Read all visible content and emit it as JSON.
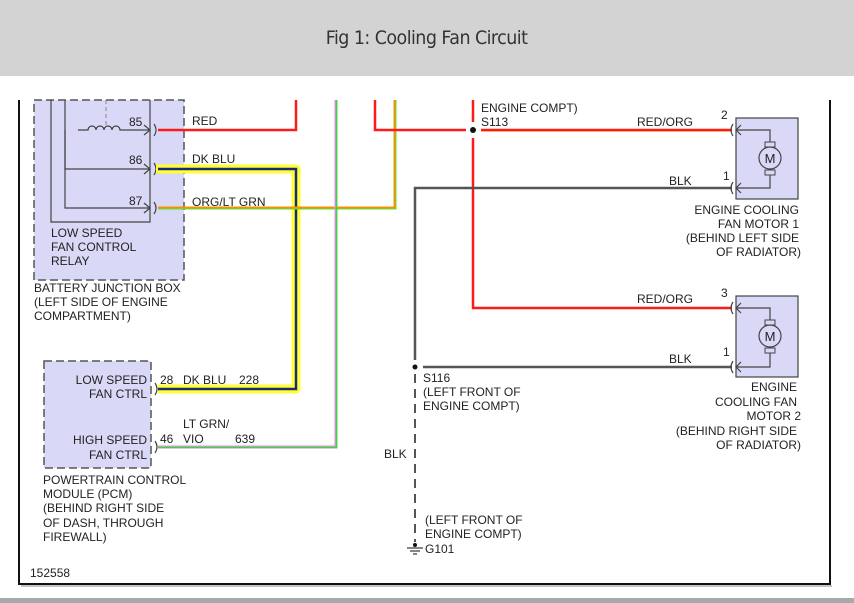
{
  "figure": {
    "title": "Fig 1: Cooling Fan Circuit",
    "diagram_id": "152558"
  },
  "components": {
    "relay": {
      "name_lines": [
        "LOW SPEED",
        "FAN CONTROL",
        "RELAY"
      ],
      "pins": [
        "85",
        "86",
        "87"
      ]
    },
    "junction_box": {
      "name_lines": [
        "BATTERY JUNCTION BOX",
        "(LEFT SIDE OF ENGINE",
        "COMPARTMENT)"
      ]
    },
    "pcm": {
      "pin_low_lines": [
        "LOW SPEED",
        "FAN CTRL"
      ],
      "pin_high_lines": [
        "HIGH SPEED",
        "FAN CTRL"
      ],
      "pin_low_number": "28",
      "pin_high_number": "46",
      "name_lines": [
        "POWERTRAIN CONTROL",
        "MODULE (PCM)",
        "(BEHIND RIGHT SIDE",
        "OF DASH, THROUGH",
        "FIREWALL)"
      ]
    },
    "motor1": {
      "symbol": "M",
      "pin_pos": "2",
      "pin_gnd": "1",
      "name_lines": [
        "ENGINE COOLING",
        "FAN MOTOR 1",
        "(BEHIND LEFT SIDE",
        "OF RADIATOR)"
      ]
    },
    "motor2": {
      "symbol": "M",
      "pin_pos": "3",
      "pin_gnd": "1",
      "name_lines": [
        "ENGINE",
        "COOLING FAN",
        "MOTOR 2",
        "(BEHIND RIGHT SIDE",
        "OF RADIATOR)"
      ]
    }
  },
  "wires": {
    "red": "RED",
    "dk_blu": "DK BLU",
    "org_lt_grn": "ORG/LT GRN",
    "red_org_1": "RED/ORG",
    "red_org_2": "RED/ORG",
    "blk_1": "BLK",
    "blk_2": "BLK",
    "blk_ground": "BLK",
    "pcm_dk_blu": "DK BLU",
    "pcm_dk_blu_circuit": "228",
    "pcm_lt_grn_vio_lines": [
      "LT GRN/",
      "VIO"
    ],
    "pcm_lt_grn_vio_circuit": "639"
  },
  "splices": {
    "s113": {
      "id": "S113",
      "location_tail": "ENGINE COMPT)"
    },
    "s116": {
      "id": "S116",
      "location_lines": [
        "(LEFT FRONT OF",
        "ENGINE COMPT)"
      ]
    }
  },
  "ground": {
    "id": "G101",
    "location_lines": [
      "(LEFT FRONT OF",
      "ENGINE COMPT)"
    ]
  },
  "colors": {
    "header_bg": "#d3d3d3",
    "component_fill": "#d9d9f7",
    "red": "#ff1a1a",
    "dk_blu": "#1a2a7a",
    "highlight": "#ffff33",
    "orange": "#ff8c00",
    "lt_green": "#33dd33",
    "violet": "#ee88ee",
    "black_wire": "#555555"
  }
}
